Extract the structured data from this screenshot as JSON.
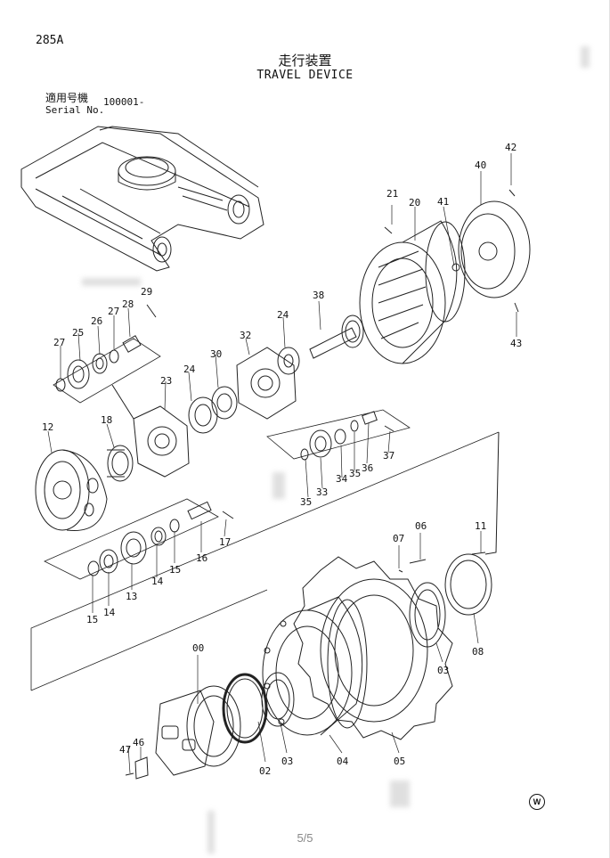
{
  "header": {
    "page_code": "285A",
    "title_jp": "走行装置",
    "title_en": "TRAVEL DEVICE",
    "serial_label_jp": "適用号機",
    "serial_label_en": "Serial No.",
    "serial_value": "100001-"
  },
  "part_labels": [
    "00",
    "02",
    "03",
    "03",
    "04",
    "05",
    "06",
    "07",
    "08",
    "11",
    "12",
    "13",
    "14",
    "14",
    "15",
    "15",
    "16",
    "17",
    "18",
    "20",
    "21",
    "23",
    "24",
    "24",
    "25",
    "26",
    "27",
    "27",
    "28",
    "29",
    "30",
    "32",
    "33",
    "34",
    "35",
    "35",
    "36",
    "37",
    "38",
    "40",
    "41",
    "42",
    "43",
    "46",
    "47"
  ],
  "footer": {
    "page_number": "5/5",
    "logo_letter": "W"
  }
}
